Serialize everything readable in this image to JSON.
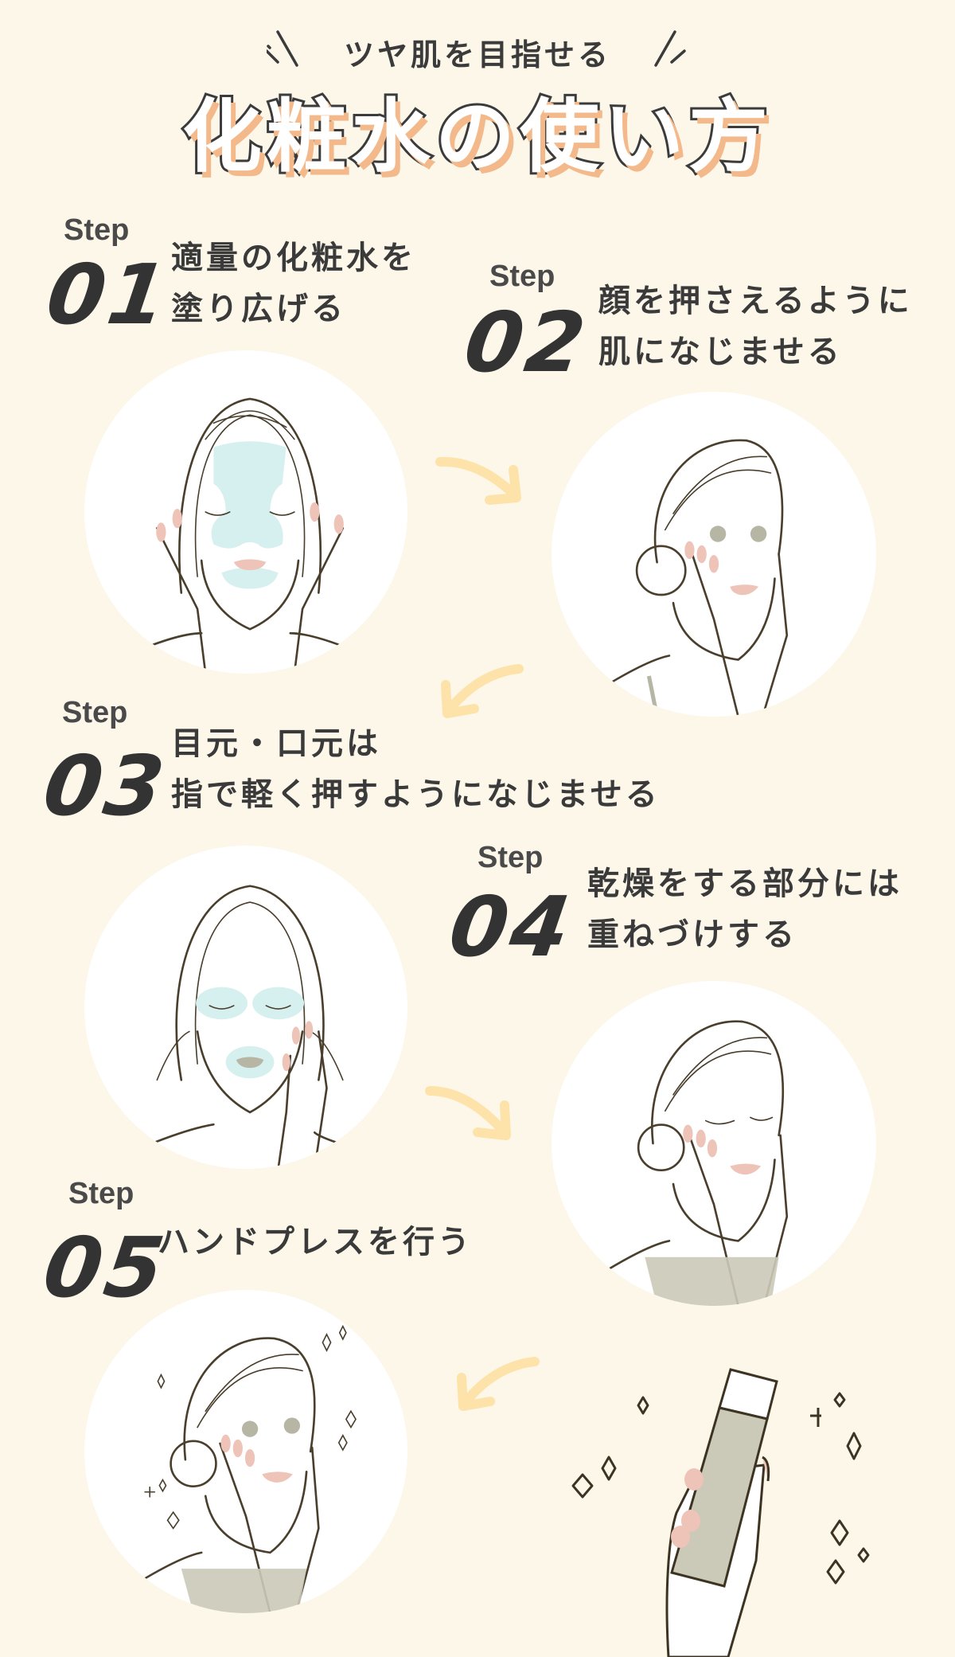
{
  "header": {
    "subtitle": "ツヤ肌を目指せる",
    "title": "化粧水の使い方"
  },
  "steps": [
    {
      "label": "Step",
      "number": "01",
      "lines": [
        "適量の化粧水を",
        "塗り広げる"
      ],
      "illustration": "woman-spreading-toner-full-face"
    },
    {
      "label": "Step",
      "number": "02",
      "lines": [
        "顔を押さえるように",
        "肌になじませる"
      ],
      "illustration": "woman-pressing-cheeks"
    },
    {
      "label": "Step",
      "number": "03",
      "lines": [
        "目元・口元は",
        "指で軽く押すようになじませる"
      ],
      "illustration": "woman-eye-mouth-areas"
    },
    {
      "label": "Step",
      "number": "04",
      "lines": [
        "乾燥をする部分には",
        "重ねづけする"
      ],
      "illustration": "woman-layering-eyes-closed"
    },
    {
      "label": "Step",
      "number": "05",
      "lines": [
        "ハンドプレスを行う"
      ],
      "illustration": "woman-hand-press-sparkles"
    }
  ],
  "extras": {
    "bottle_illustration": "hand-holding-toner-bottle-sparkles"
  },
  "colors": {
    "background": "#fdf7ea",
    "circle": "#ffffff",
    "text": "#3a3a3a",
    "title_shadow": "#f3b98b",
    "arrow": "#fde3a9",
    "toner_highlight": "#d6f0ef",
    "lips": "#eec3b8",
    "bottle": "#cbc9b8",
    "line_art": "#4a3f2c"
  }
}
